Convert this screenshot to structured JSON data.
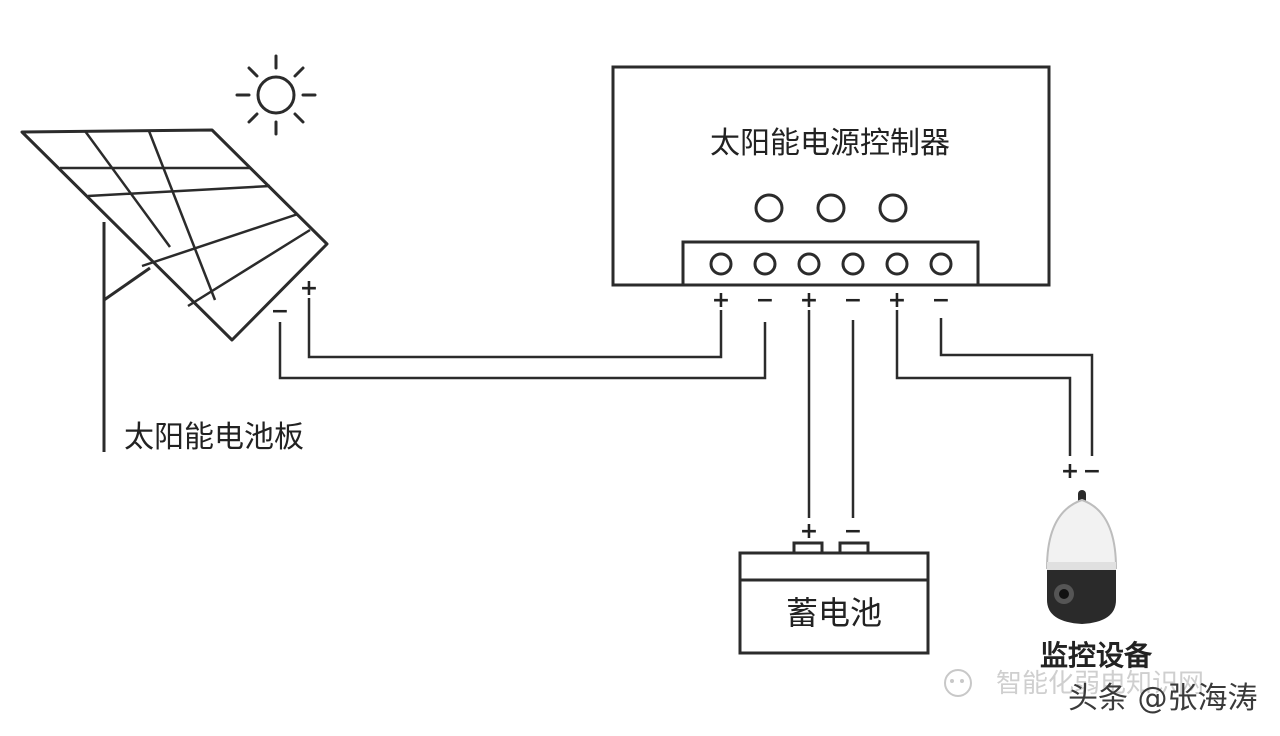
{
  "diagram": {
    "controller_label": "太阳能电源控制器",
    "panel_label": "太阳能电池板",
    "battery_label": "蓄电池",
    "camera_label": "监控设备",
    "plus": "+",
    "minus": "−"
  },
  "watermarks": {
    "site": "智能化弱电知识网",
    "author": "头条 @张海涛"
  },
  "colors": {
    "line": "#2b2b2b",
    "text": "#222222",
    "background": "#ffffff"
  }
}
